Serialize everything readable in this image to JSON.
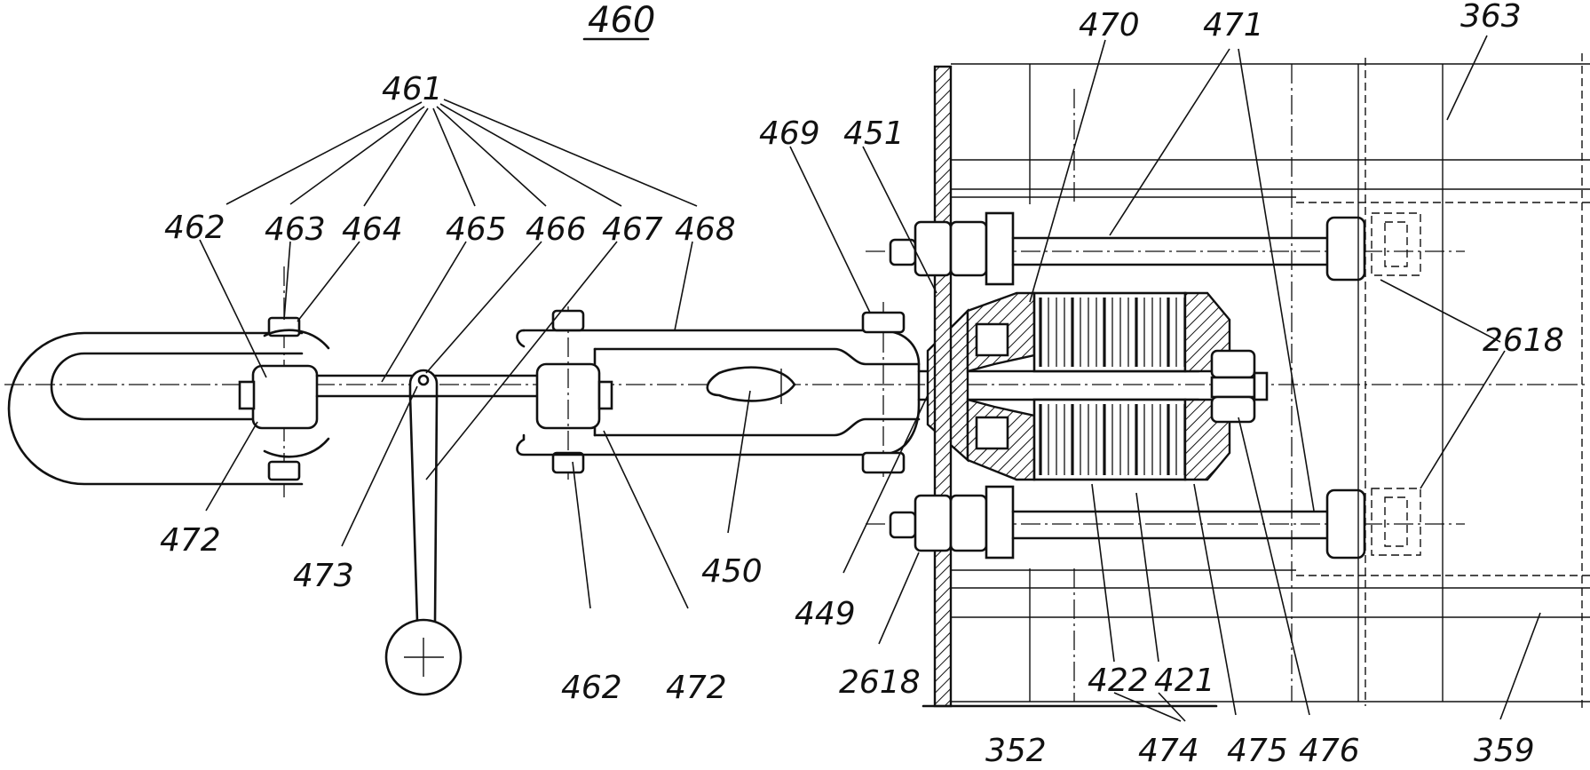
{
  "figure": {
    "title": "460",
    "labels": [
      {
        "id": "l461",
        "text": "461"
      },
      {
        "id": "l462a",
        "text": "462"
      },
      {
        "id": "l463",
        "text": "463"
      },
      {
        "id": "l464",
        "text": "464"
      },
      {
        "id": "l465",
        "text": "465"
      },
      {
        "id": "l466",
        "text": "466"
      },
      {
        "id": "l467",
        "text": "467"
      },
      {
        "id": "l468",
        "text": "468"
      },
      {
        "id": "l469",
        "text": "469"
      },
      {
        "id": "l451",
        "text": "451"
      },
      {
        "id": "l470",
        "text": "470"
      },
      {
        "id": "l471",
        "text": "471"
      },
      {
        "id": "l363",
        "text": "363"
      },
      {
        "id": "l2618a",
        "text": "2618"
      },
      {
        "id": "l472a",
        "text": "472"
      },
      {
        "id": "l473",
        "text": "473"
      },
      {
        "id": "l450",
        "text": "450"
      },
      {
        "id": "l462b",
        "text": "462"
      },
      {
        "id": "l472b",
        "text": "472"
      },
      {
        "id": "l449",
        "text": "449"
      },
      {
        "id": "l2618b",
        "text": "2618"
      },
      {
        "id": "l352",
        "text": "352"
      },
      {
        "id": "l422",
        "text": "422"
      },
      {
        "id": "l421",
        "text": "421"
      },
      {
        "id": "l474",
        "text": "474"
      },
      {
        "id": "l475",
        "text": "475"
      },
      {
        "id": "l476",
        "text": "476"
      },
      {
        "id": "l359",
        "text": "359"
      }
    ]
  }
}
